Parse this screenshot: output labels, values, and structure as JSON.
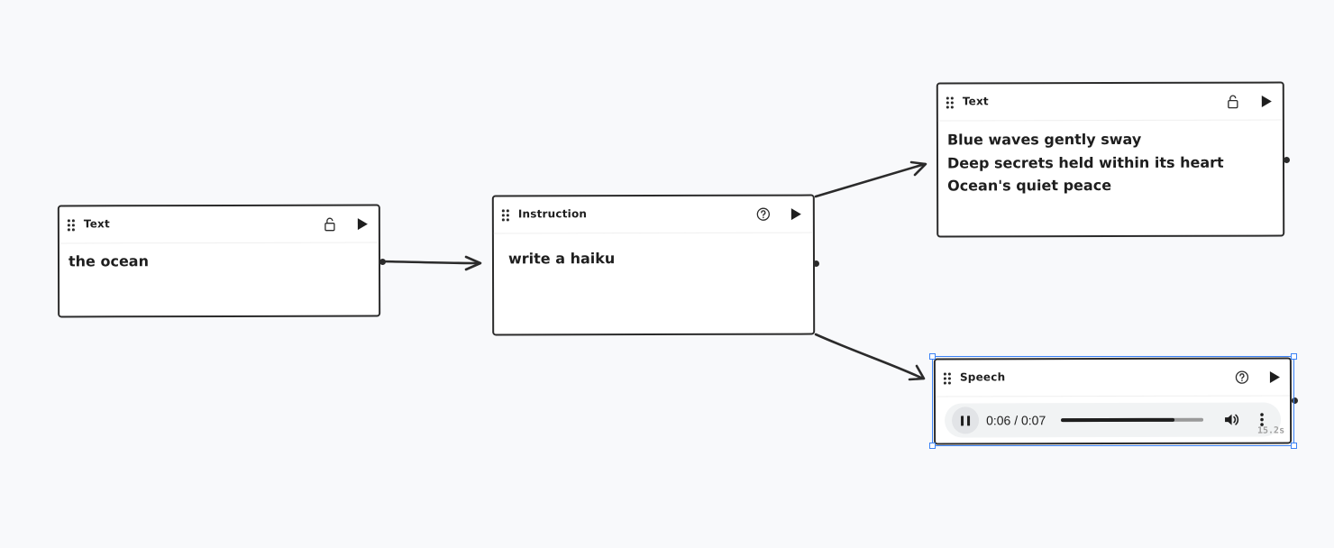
{
  "nodes": {
    "text_input": {
      "title": "Text",
      "content": "the ocean",
      "header_icons": [
        "lock-icon",
        "play-icon"
      ]
    },
    "instruction": {
      "title": "Instruction",
      "content": "write a haiku",
      "header_icons": [
        "help-icon",
        "play-icon"
      ]
    },
    "text_output": {
      "title": "Text",
      "content": "Blue waves gently sway\nDeep secrets held within its heart\nOcean's quiet peace",
      "header_icons": [
        "lock-icon",
        "play-icon"
      ]
    },
    "speech": {
      "title": "Speech",
      "header_icons": [
        "help-icon",
        "play-icon"
      ],
      "selected": true,
      "player": {
        "state": "playing",
        "current_time": "0:06",
        "duration": "0:07",
        "time_display": "0:06 / 0:07",
        "progress": 0.8,
        "icons": [
          "pause-icon",
          "volume-icon",
          "more-vertical-icon"
        ]
      },
      "generation_time": "15.2s"
    }
  },
  "edges": [
    {
      "from": "text_input",
      "to": "instruction"
    },
    {
      "from": "instruction",
      "to": "text_output"
    },
    {
      "from": "instruction",
      "to": "speech"
    }
  ],
  "colors": {
    "canvas": "#f8f9fb",
    "stroke": "#2b2b2b",
    "selection": "#3b82f6",
    "player_bg": "#f1f3f4",
    "muted_text": "#a0a0a0"
  }
}
